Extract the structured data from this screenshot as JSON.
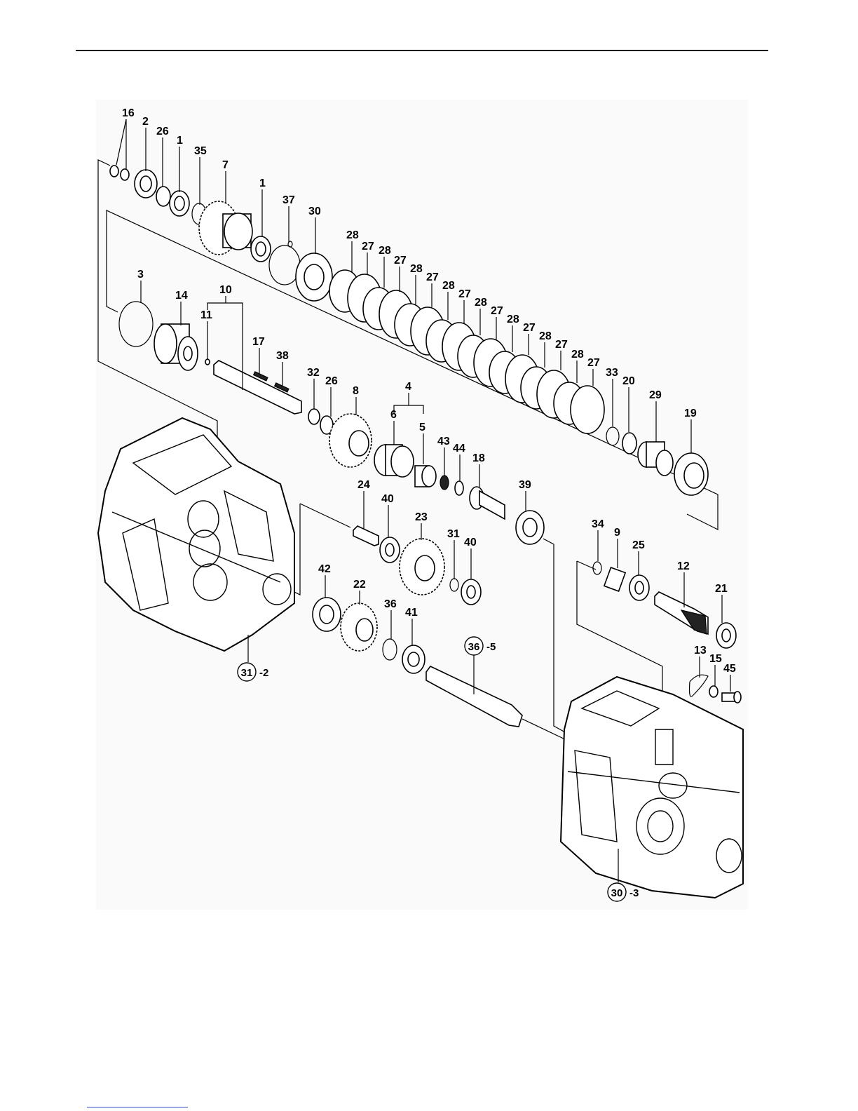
{
  "callouts": {
    "c16": "16",
    "c2": "2",
    "c26a": "26",
    "c1a": "1",
    "c35": "35",
    "c7": "7",
    "c1b": "1",
    "c37": "37",
    "c30": "30",
    "c28a": "28",
    "c27a": "27",
    "c28b": "28",
    "c27b": "27",
    "c28c": "28",
    "c27c": "27",
    "c28d": "28",
    "c27d": "27",
    "c28e": "28",
    "c27e": "27",
    "c28f": "28",
    "c27f": "27",
    "c28g": "28",
    "c27g": "27",
    "c28h": "28",
    "c27h": "27",
    "c3": "3",
    "c14": "14",
    "c10": "10",
    "c11": "11",
    "c17": "17",
    "c38": "38",
    "c32": "32",
    "c26b": "26",
    "c8": "8",
    "c4": "4",
    "c6": "6",
    "c5": "5",
    "c43": "43",
    "c44": "44",
    "c18": "18",
    "c33": "33",
    "c20": "20",
    "c29": "29",
    "c19": "19",
    "c24": "24",
    "c40a": "40",
    "c23": "23",
    "c31": "31",
    "c40b": "40",
    "c39": "39",
    "c42": "42",
    "c22": "22",
    "c36": "36",
    "c41": "41",
    "c34": "34",
    "c9": "9",
    "c25": "25",
    "c12": "12",
    "c21": "21",
    "c13": "13",
    "c15": "15",
    "c45": "45"
  },
  "references": {
    "left_housing": {
      "circled": "31",
      "suffix": "-2"
    },
    "right_housing": {
      "circled": "30",
      "suffix": "-3"
    },
    "shaft": {
      "circled": "36",
      "suffix": "-5"
    }
  }
}
